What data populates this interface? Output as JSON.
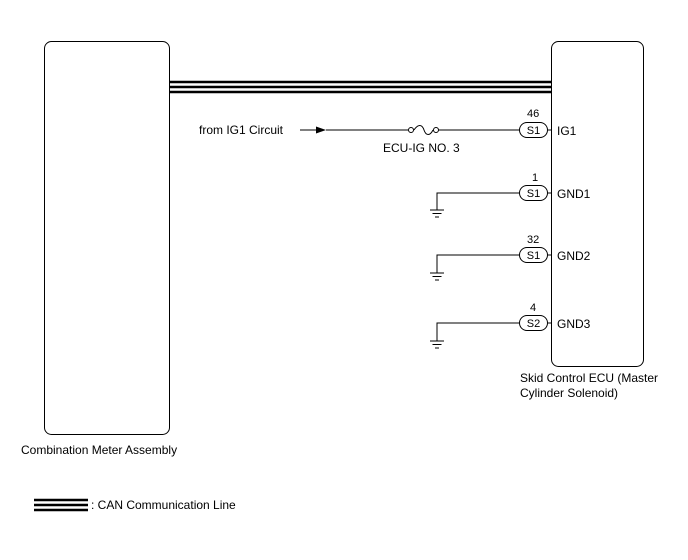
{
  "components": {
    "left_ecu": {
      "label": "Combination Meter Assembly"
    },
    "right_ecu": {
      "label_line1": "Skid Control ECU (Master",
      "label_line2": "Cylinder Solenoid)"
    }
  },
  "ig1_source": {
    "label": "from IG1 Circuit"
  },
  "fuse": {
    "label": "ECU-IG NO. 3"
  },
  "pins": [
    {
      "pin": "46",
      "connector": "S1",
      "signal": "IG1"
    },
    {
      "pin": "1",
      "connector": "S1",
      "signal": "GND1"
    },
    {
      "pin": "32",
      "connector": "S1",
      "signal": "GND2"
    },
    {
      "pin": "4",
      "connector": "S2",
      "signal": "GND3"
    }
  ],
  "legend": {
    "text": ": CAN Communication Line"
  }
}
